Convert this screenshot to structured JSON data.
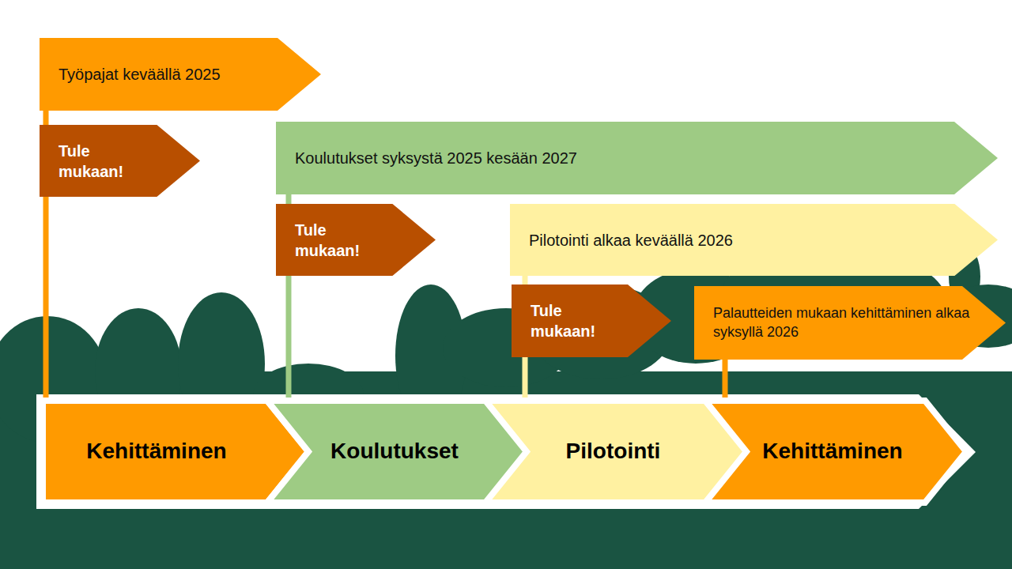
{
  "diagram": {
    "nodes": [
      {
        "text": [
          "Työpajat keväällä 2025"
        ]
      },
      {
        "text": [
          "Tule mukaan!"
        ]
      },
      {
        "text": [
          "Koulutukset syksystä 2025 kesään 2027"
        ]
      },
      {
        "text": [
          "Tule mukaan!"
        ]
      },
      {
        "text": [
          "Pilotointi alkaa keväällä 2026"
        ]
      },
      {
        "text": [
          "Tule mukaan!"
        ]
      },
      {
        "text": [
          "Palautteiden mukaan kehittäminen alkaa syksyllä 2026"
        ]
      },
      {
        "text": [
          "Kehittäminen"
        ]
      },
      {
        "text": [
          "Koulutukset"
        ]
      },
      {
        "text": [
          "Pilotointi"
        ]
      },
      {
        "text": [
          "Kehittäminen"
        ]
      }
    ],
    "edges": [
      {
        "from": 0,
        "to": 7,
        "arrow": "none"
      },
      {
        "from": 2,
        "to": 8,
        "arrow": "none"
      },
      {
        "from": 4,
        "to": 9,
        "arrow": "none"
      },
      {
        "from": 6,
        "to": 10,
        "arrow": "none"
      }
    ]
  }
}
